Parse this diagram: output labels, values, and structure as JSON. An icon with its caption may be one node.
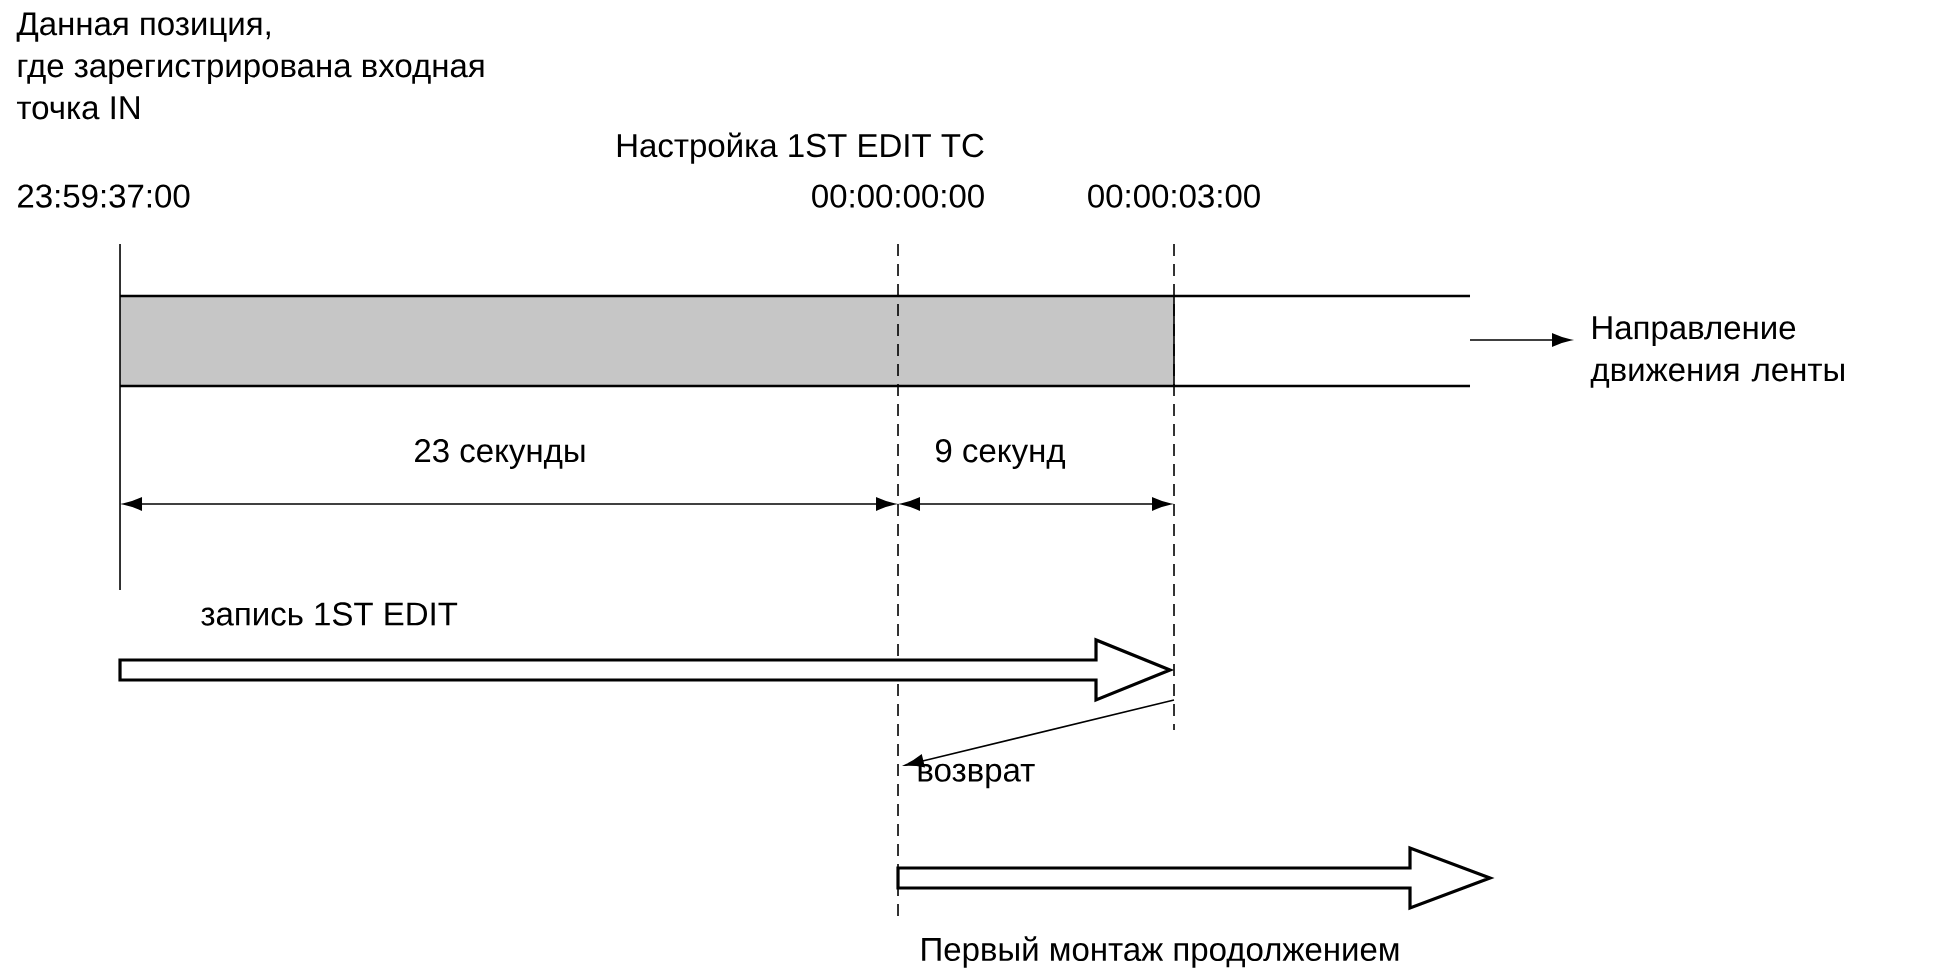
{
  "diagram": {
    "labels": [
      "Данная позиция, где зарегистрирована входная точка IN",
      "Настройка 1ST EDIT TC",
      "23:59:37:00",
      "00:00:00:00",
      "00:00:03:00",
      "Направление движения ленты",
      "23 секунды",
      "9 секунд",
      "запись 1ST EDIT",
      "возврат",
      "Первый монтаж продолжением"
    ]
  }
}
